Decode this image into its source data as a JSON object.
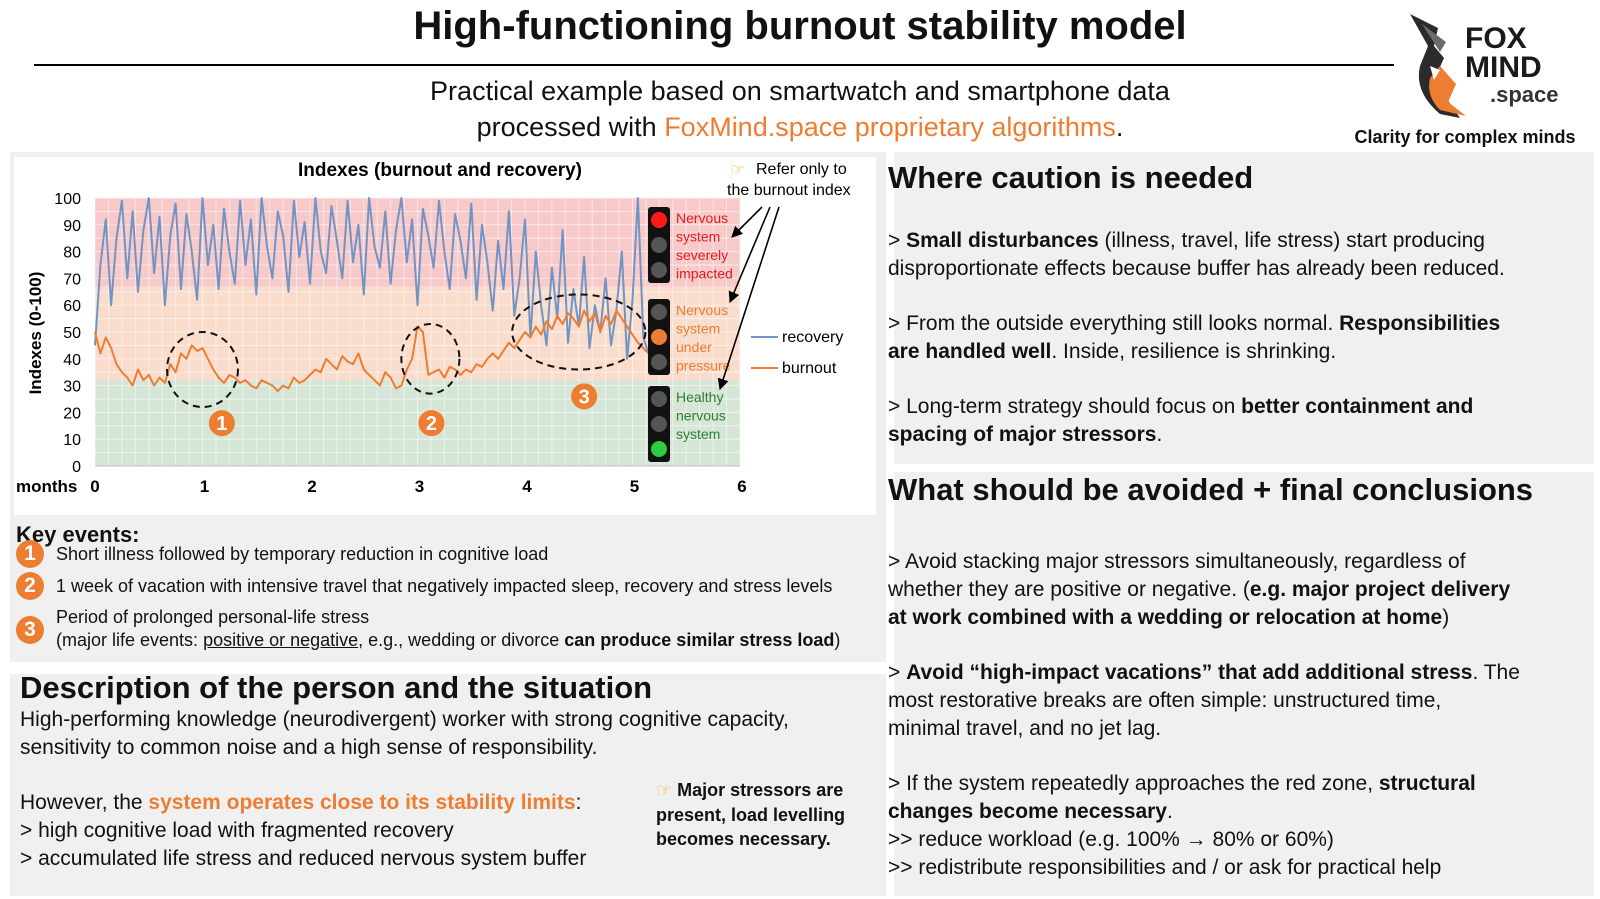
{
  "header": {
    "title": "High-functioning burnout stability model",
    "subtitle_line1": "Practical example based on smartwatch and smartphone data",
    "subtitle_line2_prefix": "processed with ",
    "subtitle_line2_highlight": "FoxMind.space proprietary algorithms",
    "subtitle_line2_suffix": ".",
    "accent_color": "#ed7d31"
  },
  "logo": {
    "line1": "FOX",
    "line2": "MIND",
    "line3": ".space",
    "tagline": "Clarity for complex minds",
    "icon": "fox-head-icon"
  },
  "chart_data": {
    "type": "line",
    "title": "Indexes (burnout and recovery)",
    "ylabel": "Indexes (0-100)",
    "xlabel": "months",
    "xlim": [
      0,
      6
    ],
    "ylim": [
      0,
      100
    ],
    "x_ticks": [
      "0",
      "1",
      "2",
      "3",
      "4",
      "5",
      "6"
    ],
    "y_ticks": [
      "0",
      "10",
      "20",
      "30",
      "40",
      "50",
      "60",
      "70",
      "80",
      "90",
      "100"
    ],
    "grid": true,
    "legend": "right",
    "zones": [
      {
        "from": 0,
        "to": 32,
        "color": "#d6e6d6",
        "label": [
          "Healthy",
          "nervous",
          "system"
        ],
        "label_color": "#2e7d32",
        "light": "green"
      },
      {
        "from": 32,
        "to": 67,
        "color": "#f9dccb",
        "label": [
          "Nervous",
          "system",
          "under",
          "pressure"
        ],
        "label_color": "#ed7d31",
        "light": "orange"
      },
      {
        "from": 67,
        "to": 100,
        "color": "#f7c9c9",
        "label": [
          "Nervous",
          "system",
          "severely",
          "impacted"
        ],
        "label_color": "#e31b1b",
        "light": "red"
      }
    ],
    "note": [
      "Refer only to",
      "the burnout index"
    ],
    "events": [
      {
        "id": "1",
        "cx": 1.0,
        "cy": 36,
        "rx": 0.33,
        "ry": 14,
        "badge_x": 1.18,
        "badge_y": 16
      },
      {
        "id": "2",
        "cx": 3.12,
        "cy": 40,
        "rx": 0.27,
        "ry": 13,
        "badge_x": 3.13,
        "badge_y": 16
      },
      {
        "id": "3",
        "cx": 4.5,
        "cy": 50,
        "rx": 0.62,
        "ry": 14,
        "badge_x": 4.55,
        "badge_y": 26
      }
    ],
    "series": [
      {
        "name": "recovery",
        "color": "#7294c4",
        "x": [
          0,
          0.05,
          0.1,
          0.15,
          0.2,
          0.25,
          0.3,
          0.35,
          0.4,
          0.45,
          0.5,
          0.55,
          0.6,
          0.65,
          0.7,
          0.75,
          0.8,
          0.85,
          0.9,
          0.95,
          1.0,
          1.05,
          1.1,
          1.15,
          1.2,
          1.25,
          1.3,
          1.35,
          1.4,
          1.45,
          1.5,
          1.55,
          1.6,
          1.65,
          1.7,
          1.75,
          1.8,
          1.85,
          1.9,
          1.95,
          2.0,
          2.05,
          2.1,
          2.15,
          2.2,
          2.25,
          2.3,
          2.35,
          2.4,
          2.45,
          2.5,
          2.55,
          2.6,
          2.65,
          2.7,
          2.75,
          2.8,
          2.85,
          2.9,
          2.95,
          3.0,
          3.05,
          3.1,
          3.15,
          3.2,
          3.25,
          3.3,
          3.35,
          3.4,
          3.45,
          3.5,
          3.55,
          3.6,
          3.65,
          3.7,
          3.75,
          3.8,
          3.85,
          3.9,
          3.95,
          4.0,
          4.05,
          4.1,
          4.15,
          4.2,
          4.25,
          4.3,
          4.35,
          4.4,
          4.45,
          4.5,
          4.55,
          4.6,
          4.65,
          4.7,
          4.75,
          4.8,
          4.85,
          4.9,
          4.95,
          5.0,
          5.05,
          5.1,
          5.15
        ],
        "values": [
          45,
          75,
          92,
          60,
          85,
          99,
          70,
          95,
          65,
          88,
          100,
          72,
          93,
          60,
          86,
          98,
          66,
          94,
          80,
          62,
          100,
          75,
          90,
          66,
          96,
          80,
          68,
          99,
          75,
          92,
          64,
          100,
          82,
          70,
          95,
          86,
          65,
          99,
          78,
          91,
          68,
          100,
          80,
          72,
          97,
          84,
          70,
          99,
          76,
          90,
          64,
          100,
          82,
          74,
          95,
          68,
          88,
          100,
          76,
          92,
          60,
          96,
          86,
          74,
          99,
          80,
          66,
          94,
          84,
          70,
          98,
          62,
          90,
          76,
          58,
          84,
          66,
          95,
          56,
          70,
          92,
          48,
          80,
          60,
          45,
          74,
          55,
          88,
          46,
          66,
          52,
          78,
          44,
          60,
          50,
          70,
          45,
          58,
          80,
          40,
          62,
          100,
          48,
          42
        ]
      },
      {
        "name": "burnout",
        "color": "#ed7d31",
        "x": [
          0,
          0.05,
          0.1,
          0.15,
          0.2,
          0.25,
          0.3,
          0.35,
          0.4,
          0.45,
          0.5,
          0.55,
          0.6,
          0.65,
          0.7,
          0.75,
          0.8,
          0.85,
          0.9,
          0.95,
          1.0,
          1.05,
          1.1,
          1.15,
          1.2,
          1.25,
          1.3,
          1.35,
          1.4,
          1.45,
          1.5,
          1.55,
          1.6,
          1.65,
          1.7,
          1.75,
          1.8,
          1.85,
          1.9,
          1.95,
          2.0,
          2.05,
          2.1,
          2.15,
          2.2,
          2.25,
          2.3,
          2.35,
          2.4,
          2.45,
          2.5,
          2.55,
          2.6,
          2.65,
          2.7,
          2.75,
          2.8,
          2.85,
          2.9,
          2.95,
          3.0,
          3.05,
          3.1,
          3.15,
          3.2,
          3.25,
          3.3,
          3.35,
          3.4,
          3.45,
          3.5,
          3.55,
          3.6,
          3.65,
          3.7,
          3.75,
          3.8,
          3.85,
          3.9,
          3.95,
          4.0,
          4.05,
          4.1,
          4.15,
          4.2,
          4.25,
          4.3,
          4.35,
          4.4,
          4.45,
          4.5,
          4.55,
          4.6,
          4.65,
          4.7,
          4.75,
          4.8,
          4.85,
          4.9,
          4.95,
          5.0,
          5.05,
          5.1,
          5.15
        ],
        "values": [
          50,
          42,
          48,
          44,
          38,
          35,
          33,
          30,
          36,
          32,
          34,
          30,
          33,
          31,
          38,
          35,
          42,
          40,
          45,
          43,
          44,
          40,
          36,
          33,
          31,
          34,
          33,
          31,
          32,
          30,
          29,
          32,
          31,
          30,
          28,
          30,
          29,
          33,
          31,
          32,
          34,
          36,
          35,
          40,
          38,
          36,
          41,
          39,
          38,
          42,
          36,
          34,
          32,
          30,
          35,
          33,
          29,
          30,
          36,
          40,
          52,
          50,
          34,
          35,
          36,
          33,
          37,
          36,
          34,
          36,
          35,
          38,
          37,
          40,
          42,
          40,
          43,
          46,
          44,
          47,
          50,
          48,
          52,
          49,
          54,
          51,
          56,
          53,
          57,
          55,
          52,
          58,
          54,
          57,
          50,
          56,
          53,
          58,
          55,
          52,
          49,
          46,
          44,
          42
        ]
      }
    ]
  },
  "key_events": {
    "title": "Key events:",
    "items": [
      {
        "badge": "1",
        "text": "Short illness followed by temporary reduction in cognitive load"
      },
      {
        "badge": "2",
        "text": "1 week of vacation with intensive travel that negatively impacted sleep, recovery and stress levels"
      },
      {
        "badge": "3",
        "line1": "Period of prolonged personal-life stress",
        "line2_a": "(major life events: ",
        "line2_b": "positive or negative",
        "line2_c": ", e.g., wedding or divorce ",
        "line2_d": "can produce similar stress load",
        "line2_e": ")"
      }
    ]
  },
  "description": {
    "title": "Description of the person and the situation",
    "p1_line1": "High-performing knowledge (neurodivergent) worker with strong cognitive capacity,",
    "p1_line2": "sensitivity to common noise and a high sense of responsibility.",
    "p2_prefix": "However, the ",
    "p2_highlight": "system operates close to its stability limits",
    "p2_suffix": ":",
    "bullet1": "> high cognitive load with fragmented recovery",
    "bullet2": "> accumulated life stress and reduced nervous system buffer",
    "callout_icon": "pointing-hand-icon",
    "callout_line1": "Major stressors are",
    "callout_line2": "present, load levelling",
    "callout_line3": "becomes necessary."
  },
  "caution": {
    "title": "Where caution is needed",
    "b1_bold": "Small disturbances",
    "b1_rest1": " (illness, travel, life stress) start producing",
    "b1_line2": "disproportionate effects because buffer has already been reduced.",
    "b2_a": "> From the outside everything still looks normal. ",
    "b2_bold1": "Responsibilities",
    "b2_bold2": "are handled well",
    "b2_rest": ". Inside, resilience is shrinking.",
    "b3_a": "> Long-term strategy should focus on ",
    "b3_bold1": "better containment and",
    "b3_bold2": "spacing of major stressors",
    "b3_end": "."
  },
  "avoid": {
    "title": "What should be avoided + final conclusions",
    "b1_line1": "> Avoid stacking major stressors simultaneously, regardless of",
    "b1_line2_a": "whether they are positive or negative. (",
    "b1_line2_bold": "e.g. major project delivery",
    "b1_line3_bold": "at work combined with a wedding or relocation at home",
    "b1_line3_end": ")",
    "b2_bold": "Avoid “high-impact vacations” that add additional stress",
    "b2_rest": ". The",
    "b2_line2": "most restorative breaks are often simple: unstructured time,",
    "b2_line3": "minimal travel, and no jet lag.",
    "b3_a": "> If the system repeatedly approaches the red zone, ",
    "b3_bold1": "structural",
    "b3_bold2": "changes become necessary",
    "b3_end": ".",
    "b4": ">> reduce workload (e.g. 100% → 80% or 60%)",
    "b5": ">> redistribute responsibilities and / or ask for practical help"
  }
}
